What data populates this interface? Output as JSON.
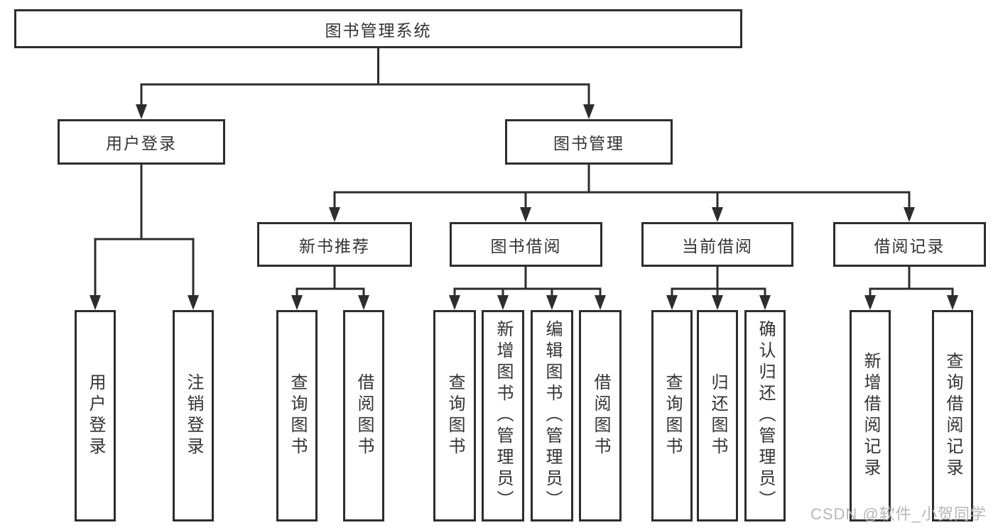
{
  "diagram": {
    "type": "hierarchy-tree",
    "root": {
      "label": "图书管理系统"
    },
    "level2": [
      {
        "id": "user-login-module",
        "label": "用户登录"
      },
      {
        "id": "book-mgmt-module",
        "label": "图书管理"
      }
    ],
    "level3": [
      {
        "id": "new-book-rec",
        "label": "新书推荐",
        "parent": "book-mgmt-module"
      },
      {
        "id": "book-borrow",
        "label": "图书借阅",
        "parent": "book-mgmt-module"
      },
      {
        "id": "current-borrow",
        "label": "当前借阅",
        "parent": "book-mgmt-module"
      },
      {
        "id": "borrow-record",
        "label": "借阅记录",
        "parent": "book-mgmt-module"
      }
    ],
    "leaves": [
      {
        "parent": "user-login-module",
        "label": "用户登录"
      },
      {
        "parent": "user-login-module",
        "label": "注销登录"
      },
      {
        "parent": "new-book-rec",
        "label": "查询图书"
      },
      {
        "parent": "new-book-rec",
        "label": "借阅图书"
      },
      {
        "parent": "book-borrow",
        "label": "查询图书"
      },
      {
        "parent": "book-borrow",
        "label": "新增图书（管理员）"
      },
      {
        "parent": "book-borrow",
        "label": "编辑图书（管理员）"
      },
      {
        "parent": "book-borrow",
        "label": "借阅图书"
      },
      {
        "parent": "current-borrow",
        "label": "查询图书"
      },
      {
        "parent": "current-borrow",
        "label": "归还图书"
      },
      {
        "parent": "current-borrow",
        "label": "确认归还（管理员）"
      },
      {
        "parent": "borrow-record",
        "label": "新增借阅记录"
      },
      {
        "parent": "borrow-record",
        "label": "查询借阅记录"
      }
    ],
    "colors": {
      "line": "#2d2d2d",
      "text": "#333333",
      "background": "#ffffff",
      "watermark": "#b7b7b7"
    },
    "watermark": "CSDN @软件_小贺同学"
  }
}
